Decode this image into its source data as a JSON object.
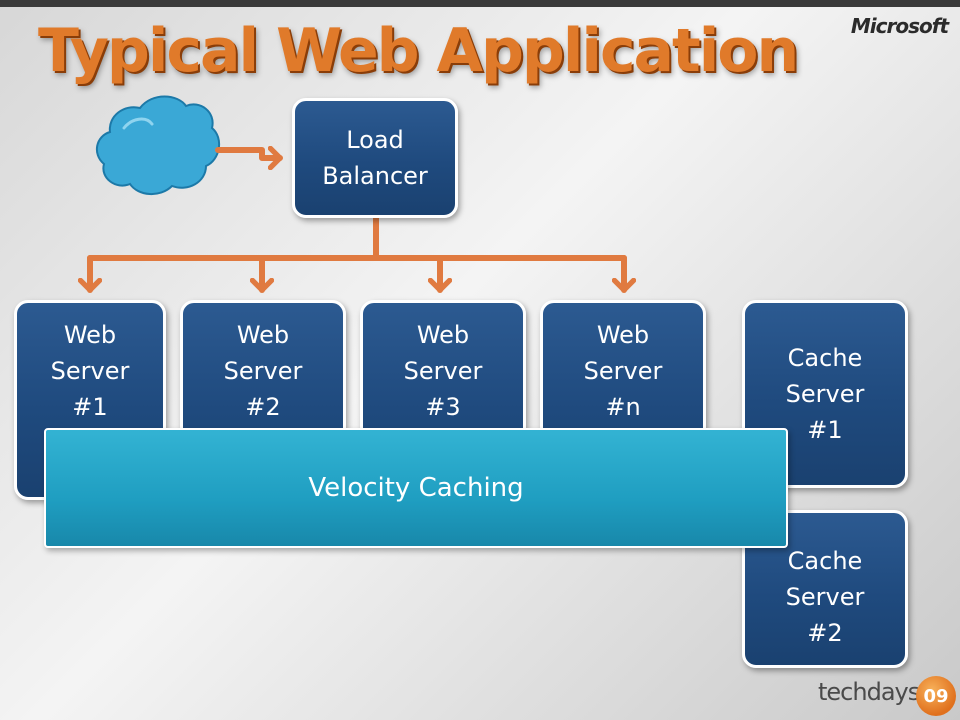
{
  "slide": {
    "title": "Typical Web Application",
    "brand": "Microsoft"
  },
  "diagram": {
    "load_balancer": [
      "Load",
      "Balancer"
    ],
    "web_servers": [
      [
        "Web",
        "Server",
        "#1"
      ],
      [
        "Web",
        "Server",
        "#2"
      ],
      [
        "Web",
        "Server",
        "#3"
      ],
      [
        "Web",
        "Server",
        "#n"
      ]
    ],
    "cache_servers": [
      [
        "Cache",
        "Server",
        "#1"
      ],
      [
        "Cache",
        "Server",
        "#2"
      ]
    ],
    "caching_layer": "Velocity Caching",
    "cloud_icon": "cloud-icon",
    "colors": {
      "box": "#1f4a7e",
      "connector": "#e07a40",
      "caching_layer": "#1f9ec1",
      "title": "#e07a2a"
    }
  },
  "footer": {
    "event": "techdays",
    "badge": "09"
  }
}
